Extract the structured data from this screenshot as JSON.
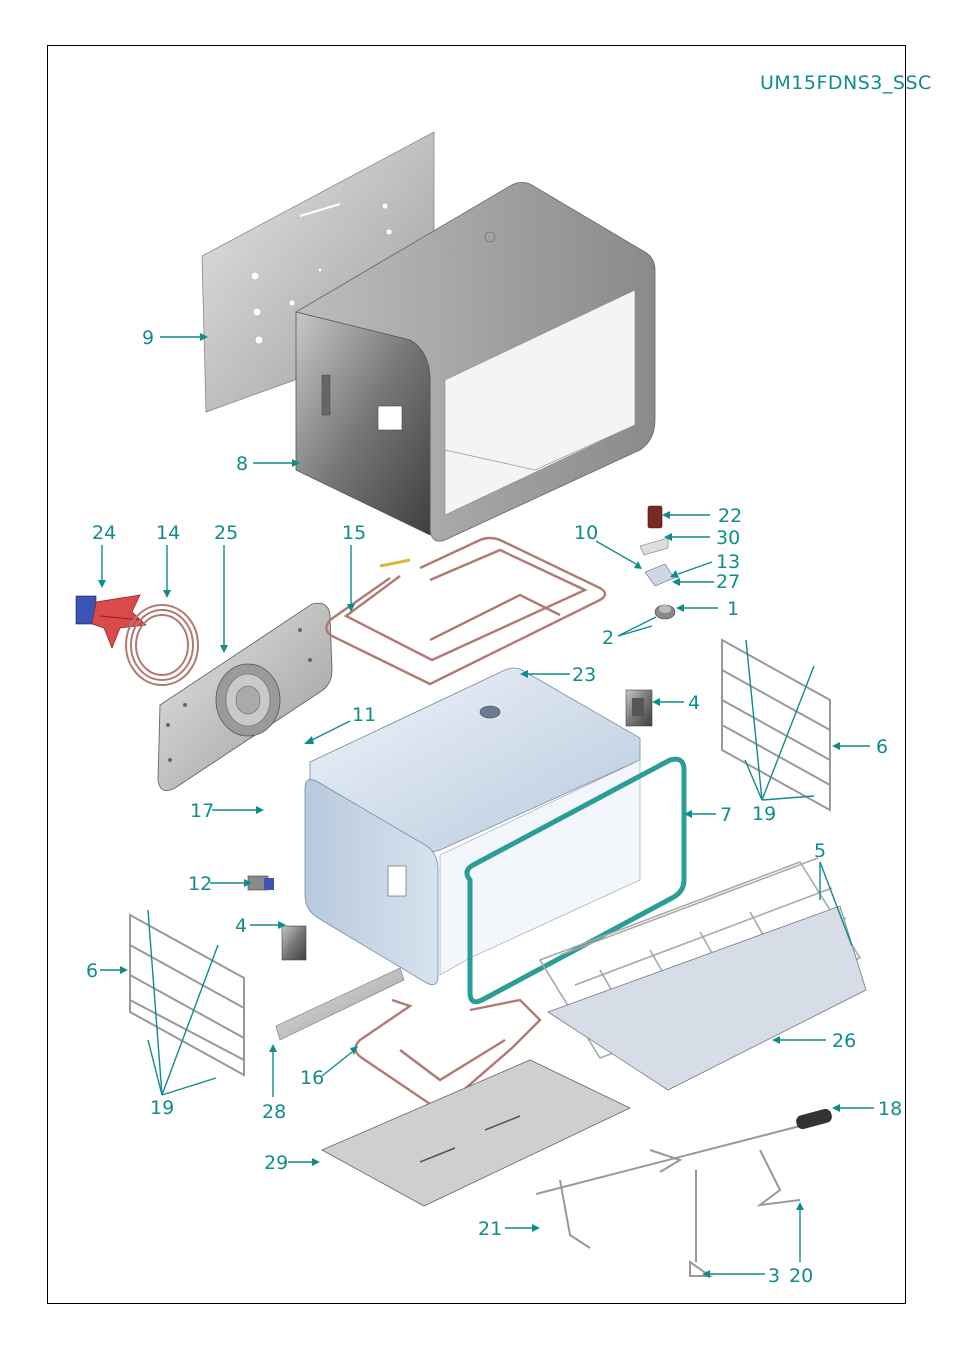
{
  "drawing": {
    "model_code": "UM15FDNS3_SSC",
    "accent_color": "#0f8c8c",
    "callouts": [
      "1",
      "2",
      "3",
      "4",
      "5",
      "6",
      "7",
      "8",
      "9",
      "10",
      "11",
      "12",
      "13",
      "14",
      "15",
      "16",
      "17",
      "18",
      "19",
      "20",
      "21",
      "22",
      "23",
      "24",
      "25",
      "26",
      "27",
      "28",
      "29",
      "30"
    ]
  }
}
